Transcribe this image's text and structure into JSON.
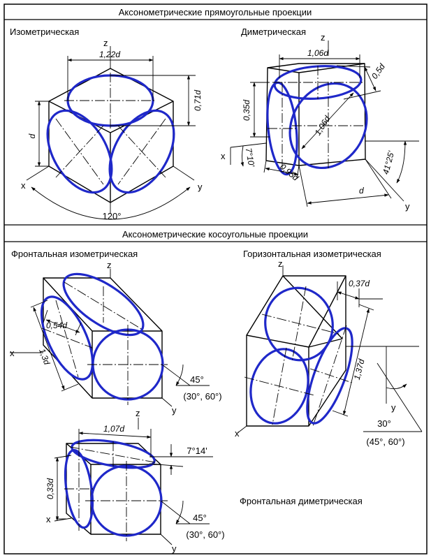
{
  "sections": {
    "rect_title": "Аксонометрические прямоугольные проекции",
    "oblique_title": "Аксонометрические косоугольные проекции"
  },
  "views": {
    "isometric": "Изометрическая",
    "dimetric": "Диметрическая",
    "frontal_iso": "Фронтальная  изометрическая",
    "horizontal_iso": "Горизонтальная  изометрическая",
    "frontal_dim": "Фронтальная  диметрическая"
  },
  "axes": {
    "x": "x",
    "y": "y",
    "z": "z"
  },
  "dims": {
    "iso_width": "1,22d",
    "iso_minor": "0,71d",
    "iso_edge": "d",
    "iso_angle": "120°",
    "dim_width": "1,06d",
    "dim_minor_top": "0,5d",
    "dim_minor_side": "0,35d",
    "dim_diag": "1,06d",
    "dim_side": "0,95d",
    "dim_edge": "d",
    "dim_angle_x": "7°10'",
    "dim_angle_y": "41°25'",
    "fi_minor": "0,54d",
    "fi_major": "1,3d",
    "fi_angle": "45°",
    "fi_angle_alt": "(30°, 60°)",
    "hi_minor": "0,37d",
    "hi_major": "1,37d",
    "hi_angle": "30°",
    "hi_angle_alt": "(45°, 60°)",
    "fd_width": "1,07d",
    "fd_minor": "0,33d",
    "fd_angle": "7°14'",
    "fd_axis_angle": "45°",
    "fd_axis_angle_alt": "(30°, 60°)"
  }
}
